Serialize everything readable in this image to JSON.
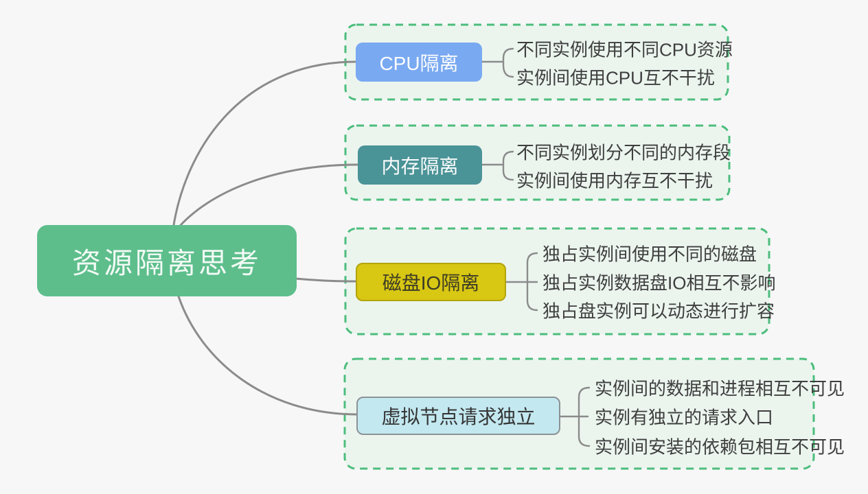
{
  "diagram_title": "资源隔离思考",
  "root": {
    "label": "资源隔离思考",
    "fill_color": "#5dbe8c",
    "text_color": "#f2faf5"
  },
  "branches": [
    {
      "id": "cpu",
      "label": "CPU隔离",
      "fill_color": "#79a9f1",
      "text_color": "#fdfdfd",
      "leaves": [
        "不同实例使用不同CPU资源",
        "实例间使用CPU互不干扰"
      ]
    },
    {
      "id": "memory",
      "label": "内存隔离",
      "fill_color": "#4a9397",
      "text_color": "#fdfdfd",
      "leaves": [
        "不同实例划分不同的内存段",
        "实例间使用内存互不干扰"
      ]
    },
    {
      "id": "disk-io",
      "label": "磁盘IO隔离",
      "fill_color": "#d8c713",
      "text_color": "#3b3b25",
      "leaves": [
        "独占实例间使用不同的磁盘",
        "独占实例数据盘IO相互不影响",
        "独占盘实例可以动态进行扩容"
      ]
    },
    {
      "id": "virtual-node",
      "label": "虚拟节点请求独立",
      "fill_color": "#c3e8f0",
      "text_color": "#353535",
      "leaves": [
        "实例间的数据和进程相互不可见",
        "实例有独立的请求入口",
        "实例间安装的依赖包相互不可见"
      ]
    }
  ],
  "style": {
    "page_background": "#f7f7f8",
    "group_border_color": "#4cbd7c",
    "group_fill_color": "#ebf5ee",
    "connector_color": "#8b8b8b",
    "leaf_text_color": "#3e3e3e"
  }
}
